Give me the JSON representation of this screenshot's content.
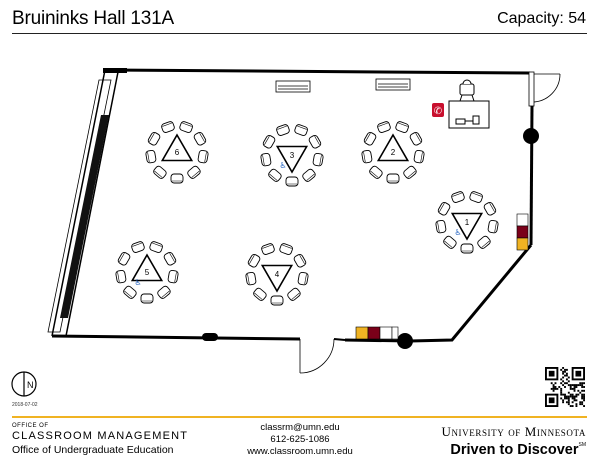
{
  "header": {
    "title": "Bruininks Hall 131A",
    "capacity": "Capacity: 54"
  },
  "plan": {
    "tables": [
      {
        "number": "6",
        "accessible": false
      },
      {
        "number": "3",
        "accessible": true
      },
      {
        "number": "2",
        "accessible": false
      },
      {
        "number": "1",
        "accessible": true
      },
      {
        "number": "5",
        "accessible": true
      },
      {
        "number": "4",
        "accessible": false
      }
    ],
    "chairs_per_table": 9,
    "colors": {
      "phone_red": "#c8102e",
      "access_blue": "#1f5fbf",
      "maroon": "#7a0019",
      "gold": "#f0b323"
    }
  },
  "north": {
    "label": "N",
    "date": "2018-07-02"
  },
  "footer": {
    "office_of": "OFFICE OF",
    "department": "CLASSROOM MANAGEMENT",
    "subdepartment": "Office of Undergraduate Education",
    "email": "classrm@umn.edu",
    "phone": "612-625-1086",
    "website": "www.classroom.umn.edu",
    "university": "University of Minnesota",
    "tagline": "Driven to Discover",
    "tagline_mark": "SM"
  },
  "icons": [
    "phone-icon",
    "projector-icon",
    "podium-icon",
    "north-arrow-icon",
    "accessibility-icon",
    "qr-code"
  ]
}
